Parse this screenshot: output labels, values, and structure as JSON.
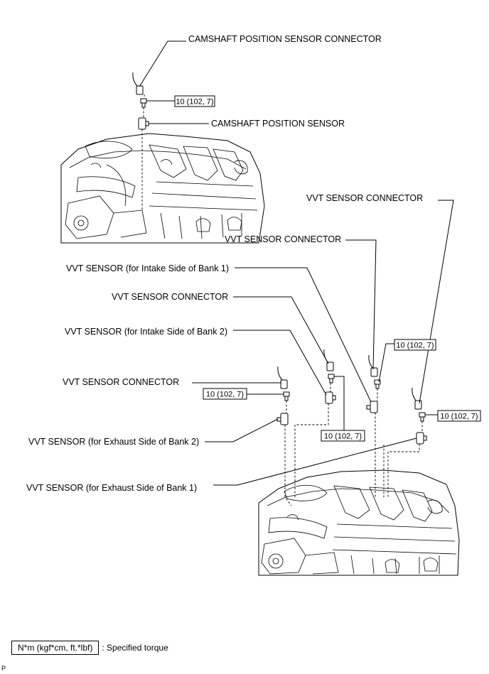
{
  "labels": {
    "camshaft_connector": "CAMSHAFT POSITION SENSOR CONNECTOR",
    "camshaft_sensor": "CAMSHAFT POSITION SENSOR",
    "vvt_connector_right": "VVT SENSOR CONNECTOR",
    "vvt_connector_mid_right": "VVT SENSOR CONNECTOR",
    "vvt_sensor_intake_bank1": "VVT SENSOR (for Intake Side of Bank 1)",
    "vvt_connector_mid": "VVT SENSOR CONNECTOR",
    "vvt_sensor_intake_bank2": "VVT SENSOR (for Intake Side of Bank 2)",
    "vvt_connector_left": "VVT SENSOR CONNECTOR",
    "vvt_sensor_exhaust_bank2": "VVT SENSOR (for Exhaust Side of Bank 2)",
    "vvt_sensor_exhaust_bank1": "VVT SENSOR (for Exhaust Side of Bank 1)"
  },
  "torque": {
    "camshaft_bolt": "10 (102, 7)",
    "intake_bank1_bolt": "10 (102, 7)",
    "exhaust_bank2_bolt": "10 (102, 7)",
    "intake_bank2_bolt": "10 (102, 7)",
    "exhaust_bank1_bolt": "10 (102, 7)"
  },
  "legend": {
    "unit": "N*m (kgf*cm, ft.*lbf)",
    "description": ": Specified torque"
  },
  "page_mark": "P"
}
